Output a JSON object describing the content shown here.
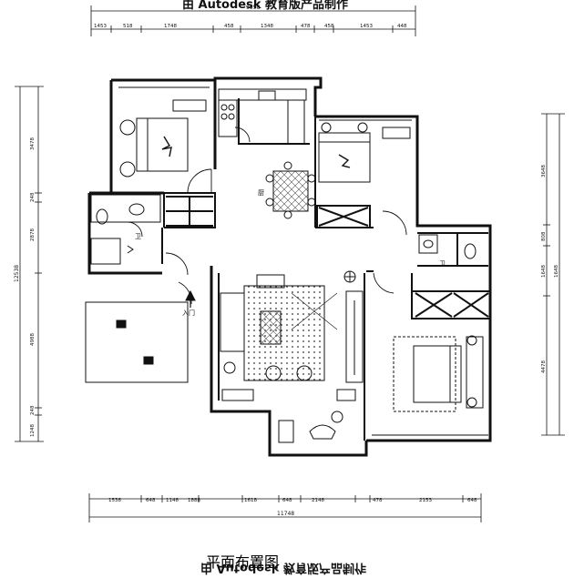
{
  "watermark": "由 Autodesk 教育版产品制作",
  "title": "平面布置图",
  "top_dims": {
    "overall": "9558",
    "segments": [
      "1453",
      "518",
      "1748",
      "458",
      "1348",
      "478",
      "458",
      "1453",
      "448"
    ]
  },
  "bottom_dims": {
    "overall": "11748",
    "segments": [
      "1538",
      "648",
      "1148",
      "1888",
      "1618",
      "648",
      "2148",
      "478",
      "2153",
      "648"
    ]
  },
  "left_dims": {
    "overall": "12538",
    "segments": [
      "3478",
      "248",
      "2878",
      "4988",
      "248",
      "1248"
    ]
  },
  "right_dims": {
    "segments": [
      "3648",
      "808",
      "1648",
      "1648",
      "4478"
    ]
  },
  "labels": {
    "entrance": "入门",
    "kitchen": "厨",
    "bath": "卫"
  },
  "colors": {
    "line": "#111111",
    "hatch": "#444444"
  }
}
